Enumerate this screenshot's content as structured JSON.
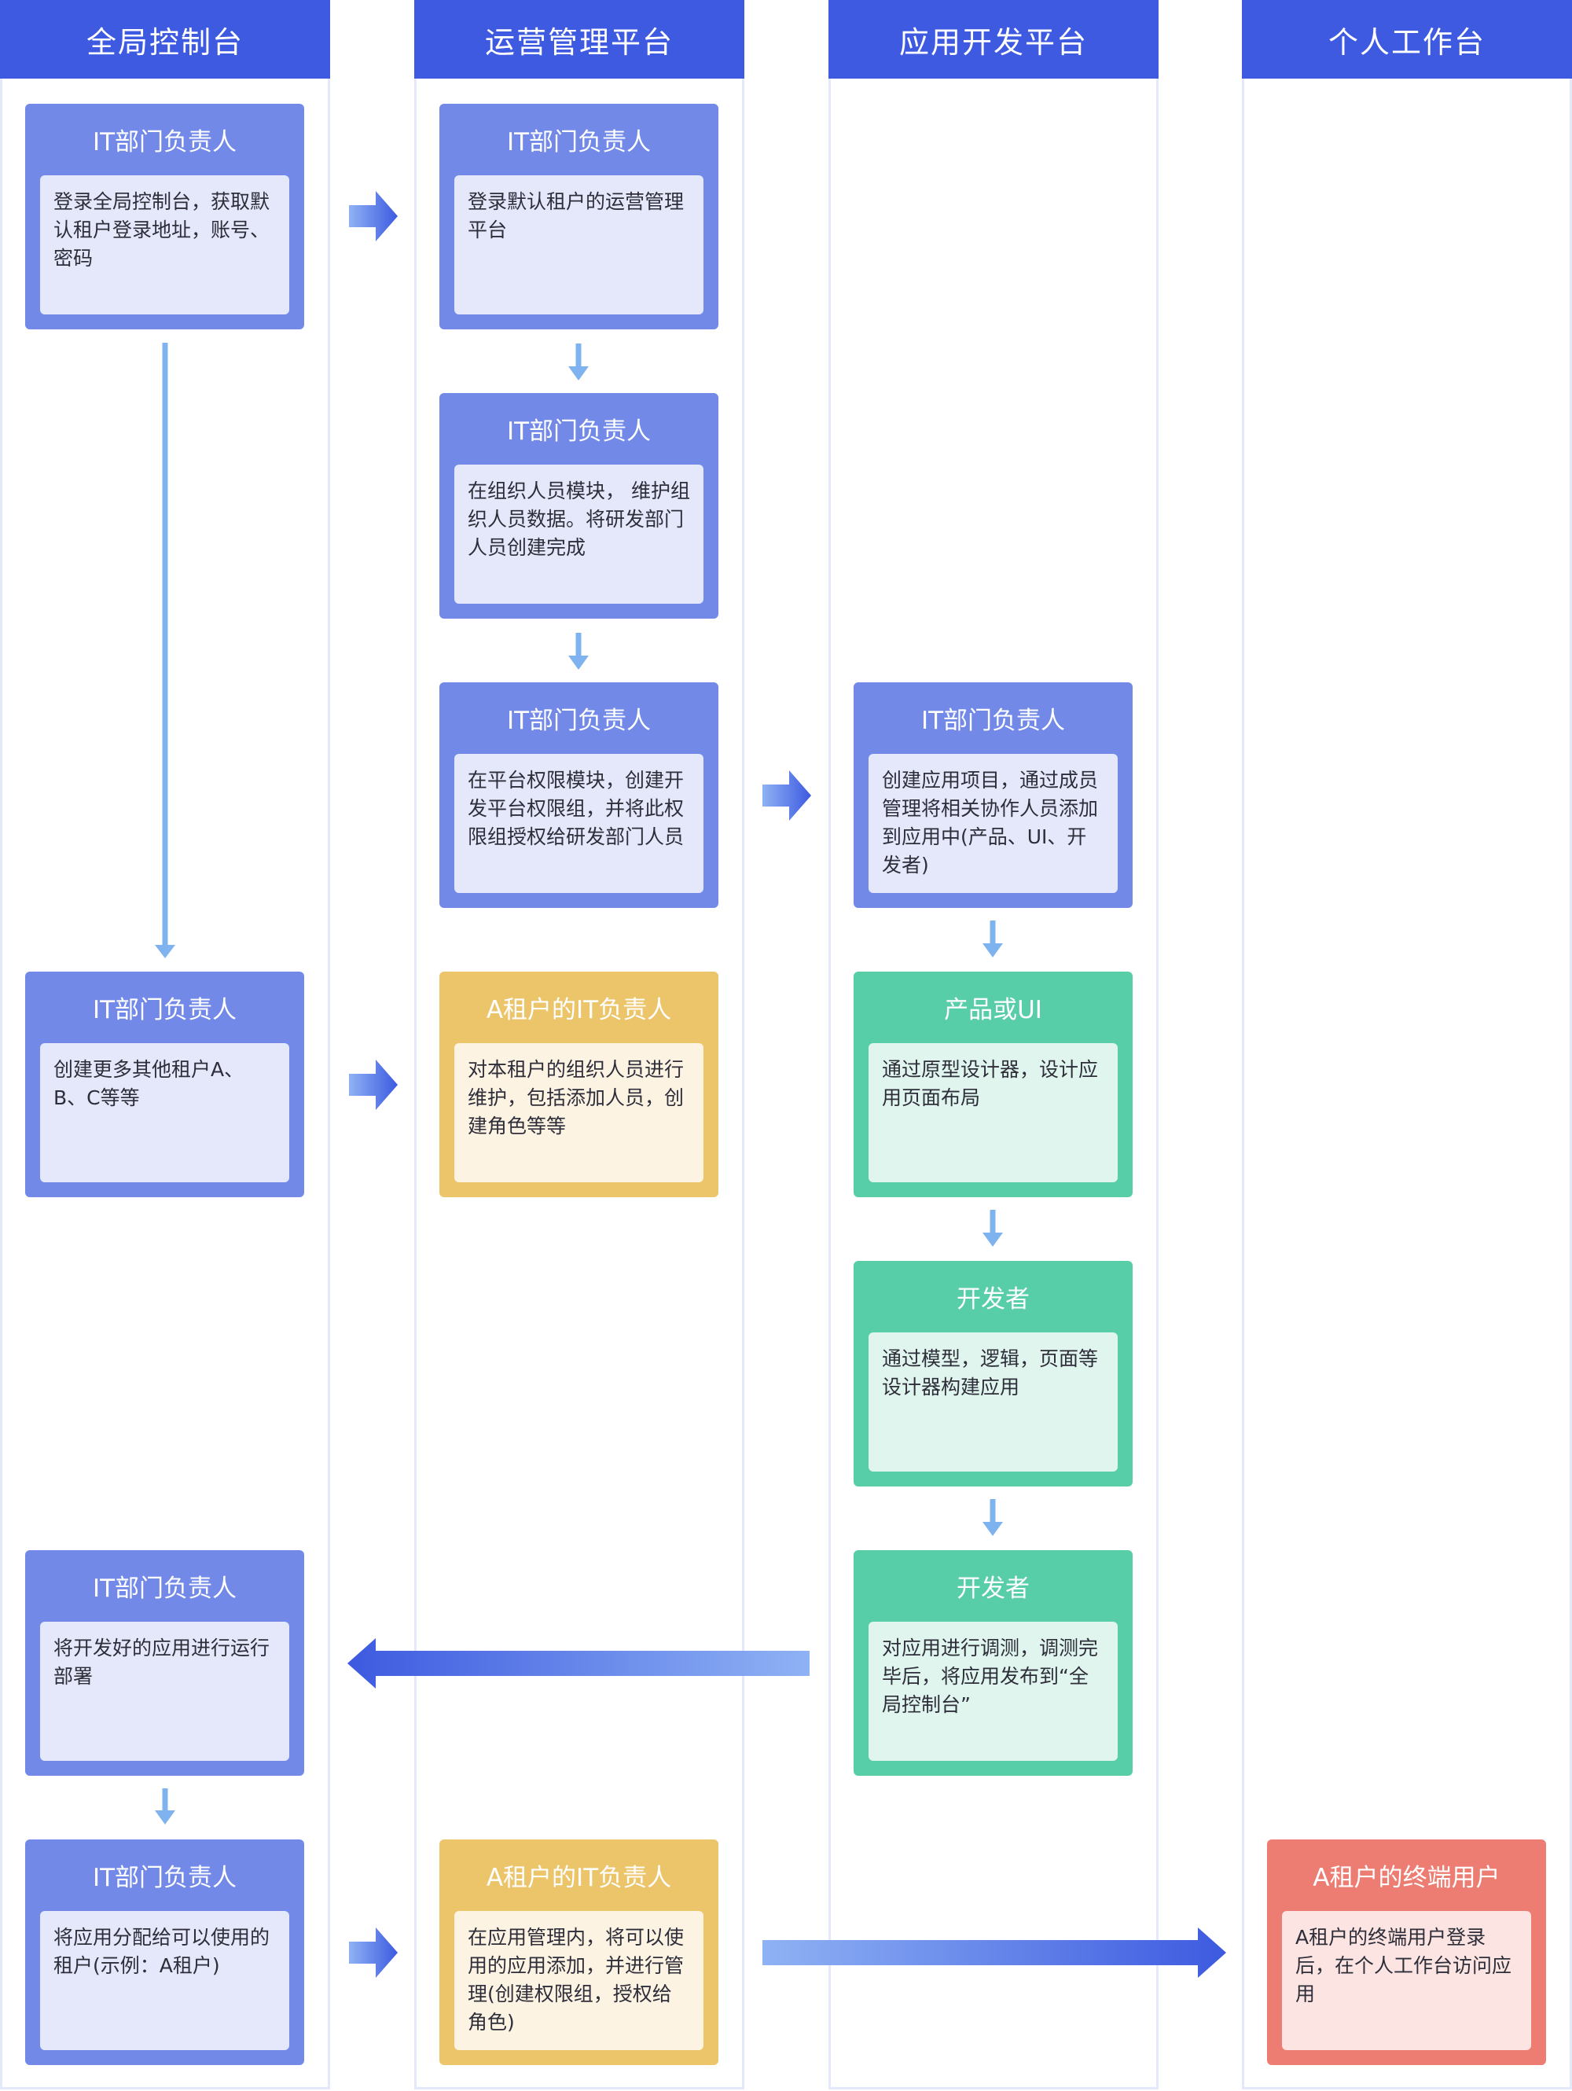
{
  "lanes": [
    {
      "title": "全局控制台"
    },
    {
      "title": "运营管理平台"
    },
    {
      "title": "应用开发平台"
    },
    {
      "title": "个人工作台"
    }
  ],
  "cards": {
    "c1": {
      "title": "IT部门负责人",
      "body": "登录全局控制台，获取默认租户登录地址，账号、密码"
    },
    "c2": {
      "title": "IT部门负责人",
      "body": "登录默认租户的运营管理平台"
    },
    "c3": {
      "title": "IT部门负责人",
      "body": "在组织人员模块， 维护组织人员数据。将研发部门人员创建完成"
    },
    "c4": {
      "title": "IT部门负责人",
      "body": "在平台权限模块，创建开发平台权限组，并将此权限组授权给研发部门人员"
    },
    "c5": {
      "title": "IT部门负责人",
      "body": "创建应用项目，通过成员管理将相关协作人员添加到应用中(产品、UI、开发者)"
    },
    "c6": {
      "title": "IT部门负责人",
      "body": "创建更多其他租户A、B、C等等"
    },
    "c7": {
      "title": "A租户的IT负责人",
      "body": "对本租户的组织人员进行维护，包括添加人员，创建角色等等"
    },
    "c8": {
      "title": "产品或UI",
      "body": "通过原型设计器，设计应用页面布局"
    },
    "c9": {
      "title": "开发者",
      "body": "通过模型，逻辑，页面等设计器构建应用"
    },
    "c10": {
      "title": "开发者",
      "body": "对应用进行调测，调测完毕后，将应用发布到“全局控制台”"
    },
    "c11": {
      "title": "IT部门负责人",
      "body": "将开发好的应用进行运行部署"
    },
    "c12": {
      "title": "IT部门负责人",
      "body": "将应用分配给可以使用的租户(示例：A租户)"
    },
    "c13": {
      "title": "A租户的IT负责人",
      "body": "在应用管理内，将可以使用的应用添加，并进行管理(创建权限组，授权给角色)"
    },
    "c14": {
      "title": "A租户的终端用户",
      "body": "A租户的终端用户登录后，在个人工作台访问应用"
    }
  },
  "colors": {
    "header": "#3d5ae0",
    "blue_card": "#7289e8",
    "yellow_card": "#ecc56b",
    "green_card": "#57cda8",
    "red_card": "#ed7d72",
    "flow_arrow": "#3d5ae0",
    "light_arrow": "#7fb3ef"
  }
}
